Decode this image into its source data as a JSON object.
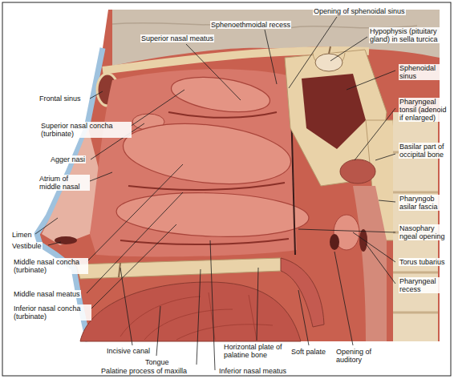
{
  "diagram": {
    "labels": [
      "Sphenoethmoidal recess",
      "Opening of sphenoidal sinus",
      "Superior nasal meatus",
      "Hypophysis (pituitary gland) in sella turcica",
      "Sphenoidal sinus",
      "Frontal sinus",
      "Pharyngeal tonsil (adenoid if enlarged)",
      "Superior nasal concha (turbinate)",
      "Agger nasi",
      "Basilar part of occipital bone",
      "Atrium of middle nasal",
      "Pharyngob asilar fascia",
      "Limen",
      "Vestibule",
      "Nasophary ngeal opening",
      "Middle nasal concha (turbinate)",
      "Torus tubarius",
      "Middle nasal meatus",
      "Pharyngeal recess",
      "Inferior nasal concha (turbinate)",
      "Incisive canal",
      "Tongue",
      "Horizontal plate of palatine bone",
      "Soft palate",
      "Opening of auditory",
      "Palatine process of maxilla",
      "Inferior nasal meatus"
    ]
  }
}
